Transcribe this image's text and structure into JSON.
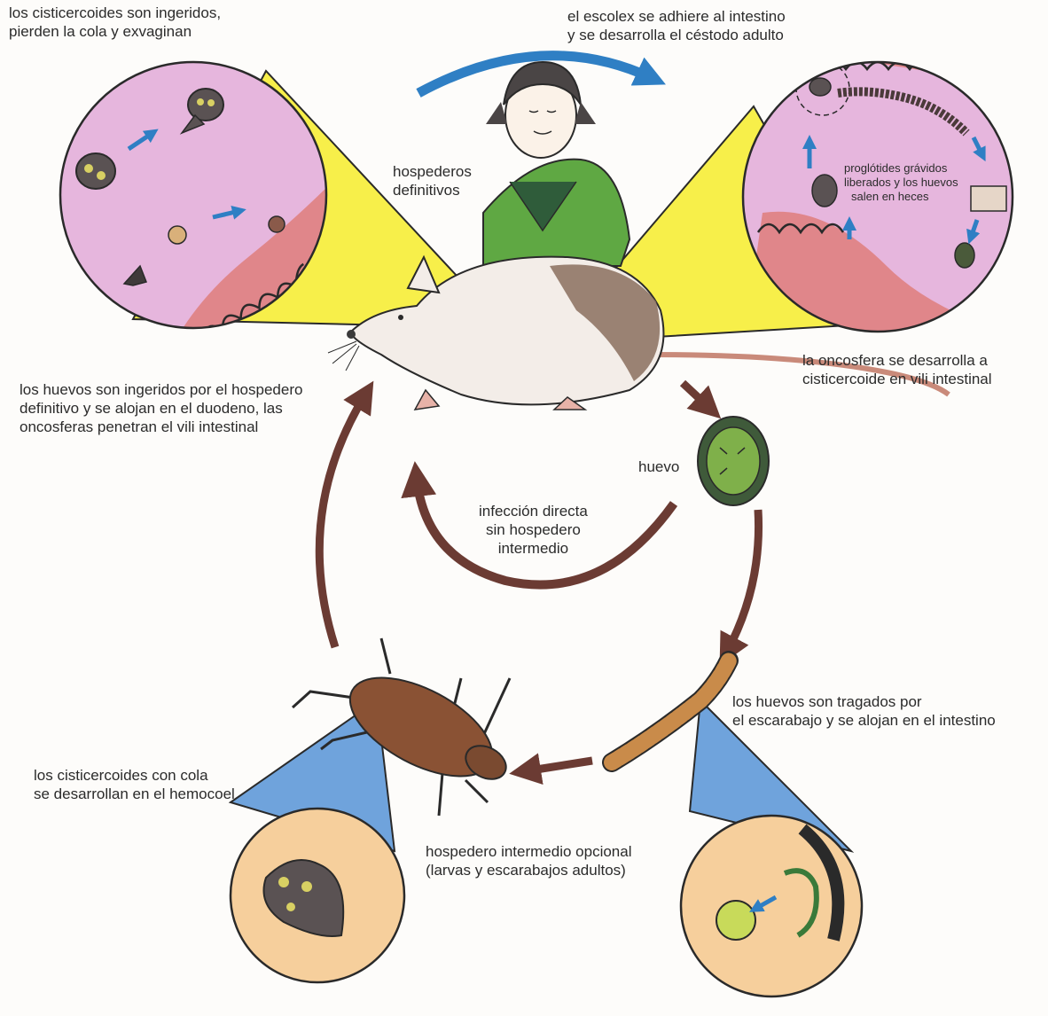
{
  "labels": {
    "ingested": [
      "los cisticercoides son ingeridos,",
      "pierden la cola y exvaginan"
    ],
    "scolex": [
      "el escolex se adhiere al intestino",
      "y se desarrolla el céstodo adulto"
    ],
    "definitive_hosts": [
      "hospederos",
      "definitivos"
    ],
    "proglottids": [
      "proglótides grávidos",
      "liberados y los huevos",
      "salen en heces"
    ],
    "eggs_ingested": [
      "los huevos son ingeridos por el hospedero",
      "definitivo y se alojan en el duodeno, las",
      "oncosferas penetran el vili intestinal"
    ],
    "oncosphere": [
      "la oncosfera se desarrolla a",
      "cisticercoide en vili intestinal"
    ],
    "egg": "huevo",
    "direct_infection": [
      "infección directa",
      "sin hospedero",
      "intermedio"
    ],
    "beetle_swallows": [
      "los huevos son tragados por",
      "el escarabajo y se alojan en el intestino"
    ],
    "tailed_cysticercoids": [
      "los cisticercoides con cola",
      "se desarrollan en el hemocoel"
    ],
    "intermediate_host": [
      "hospedero intermedio opcional",
      "(larvas y escarabajos adultos)"
    ]
  },
  "colors": {
    "pink_bg": "#e6b6dd",
    "gut_red": "#e0868a",
    "yellow_cone": "#f7ef4a",
    "blue_cone": "#6fa3dc",
    "peach_bg": "#f6cf9c",
    "brown_arrow": "#6b3b33",
    "blue_arrow": "#2f7fc4",
    "shirt_green": "#5fa843"
  }
}
